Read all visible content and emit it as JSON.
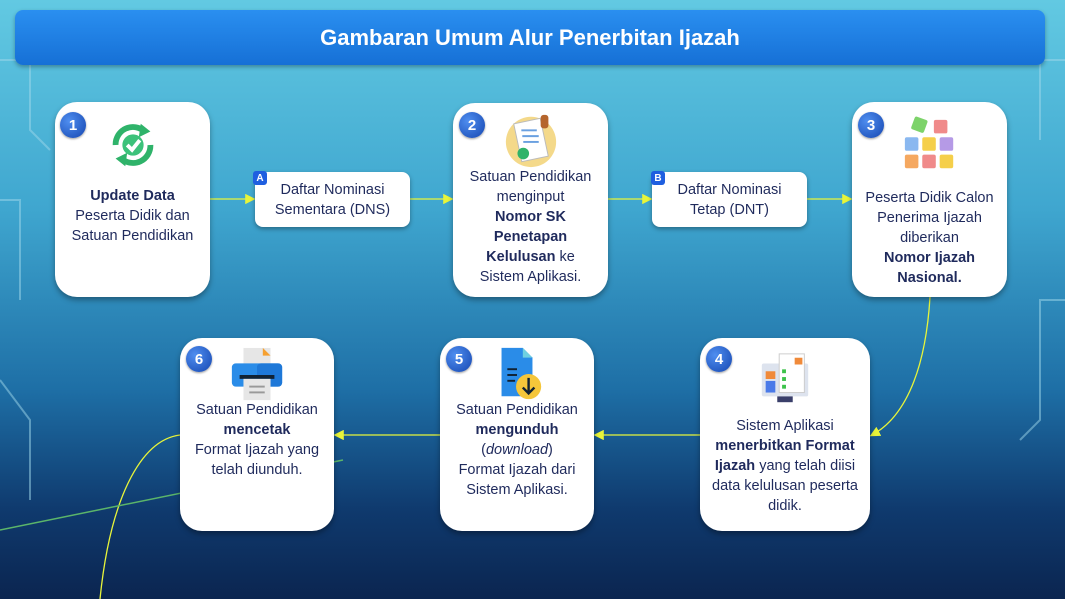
{
  "title": "Gambaran Umum Alur Penerbitan Ijazah",
  "steps": [
    {
      "num": "1",
      "bold": "Update Data",
      "text": "Peserta Didik dan Satuan Pendidikan",
      "icon": "refresh-check-icon"
    },
    {
      "num": "2",
      "pre": "Satuan Pendidikan menginput",
      "bold": "Nomor SK Penetapan Kelulusan",
      "post": "ke Sistem Aplikasi.",
      "icon": "stamped-document-icon"
    },
    {
      "num": "3",
      "pre": "Peserta Didik Calon Penerima Ijazah diberikan",
      "bold": "Nomor Ijazah Nasional.",
      "icon": "number-blocks-icon"
    },
    {
      "num": "4",
      "pre": "Sistem Aplikasi",
      "bold": "menerbitkan Format Ijazah",
      "post": "yang telah diisi data kelulusan peserta didik.",
      "icon": "monitor-form-icon"
    },
    {
      "num": "5",
      "pre": "Satuan Pendidikan",
      "bold": "mengunduh",
      "italic": "download",
      "post": "Format Ijazah dari Sistem Aplikasi.",
      "icon": "file-download-icon"
    },
    {
      "num": "6",
      "pre": "Satuan Pendidikan",
      "bold": "mencetak",
      "post": "Format Ijazah yang telah diunduh.",
      "icon": "printer-icon"
    }
  ],
  "lists": [
    {
      "letter": "A",
      "label": "Daftar Nominasi Sementara (DNS)"
    },
    {
      "letter": "B",
      "label": "Daftar Nominasi Tetap (DNT)"
    }
  ],
  "colors": {
    "arrow": "#e8f53a",
    "title_bg": "#1e7ee4",
    "text": "#1f2a5c"
  }
}
